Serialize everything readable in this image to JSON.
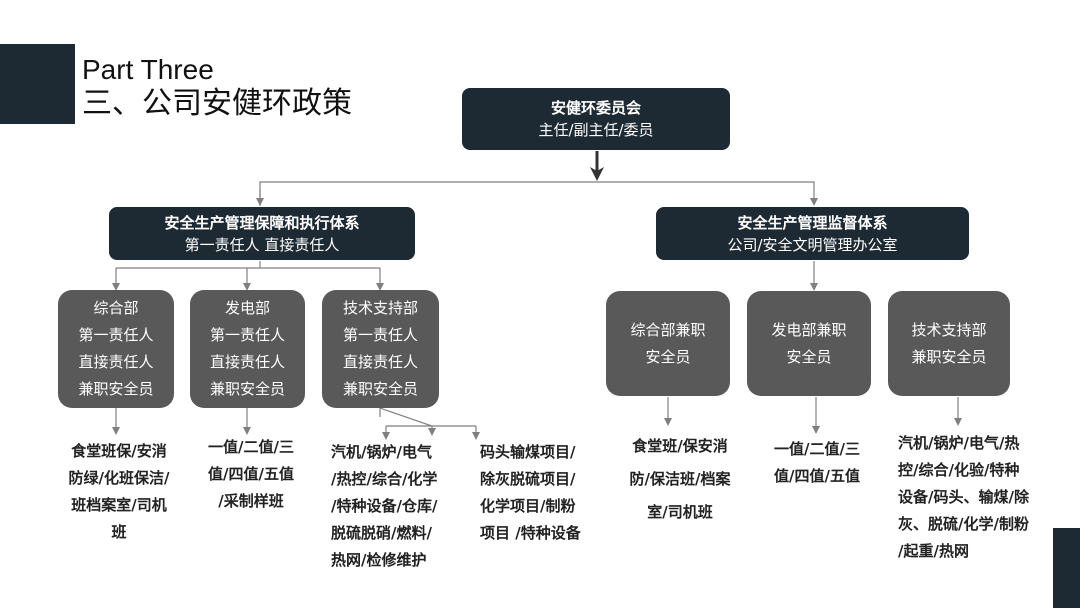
{
  "header": {
    "title_en": "Part Three",
    "title_cn": "三、公司安健环政策"
  },
  "root": {
    "title": "安健环委员会",
    "subtitle": "主任/副主任/委员"
  },
  "left_branch": {
    "title": "安全生产管理保障和执行体系",
    "subtitle": "第一责任人 直接责任人",
    "depts": [
      {
        "lines": [
          "综合部",
          "第一责任人",
          "直接责任人",
          "兼职安全员"
        ]
      },
      {
        "lines": [
          "发电部",
          "第一责任人",
          "直接责任人",
          "兼职安全员"
        ]
      },
      {
        "lines": [
          "技术支持部",
          "第一责任人",
          "直接责任人",
          "兼职安全员"
        ]
      }
    ],
    "duties": [
      {
        "lines": [
          "食堂班保/安消",
          "防绿/化班保洁/",
          "班档案室/司机",
          "班"
        ]
      },
      {
        "lines": [
          "一值/二值/三",
          "值/四值/五值",
          "/采制样班"
        ]
      },
      {
        "lines": [
          "汽机/锅炉/电气",
          "/热控/综合/化学",
          "/特种设备/仓库/",
          "脱硫脱硝/燃料/",
          "热网/检修维护"
        ]
      },
      {
        "lines": [
          "码头输煤项目/",
          "除灰脱硫项目/",
          "化学项目/制粉",
          "项目 /特种设备"
        ]
      }
    ]
  },
  "right_branch": {
    "title": "安全生产管理监督体系",
    "subtitle": "公司/安全文明管理办公室",
    "depts": [
      {
        "lines": [
          "综合部兼职",
          "安全员"
        ]
      },
      {
        "lines": [
          "发电部兼职",
          "安全员"
        ]
      },
      {
        "lines": [
          "技术支持部",
          "兼职安全员"
        ]
      }
    ],
    "duties": [
      {
        "lines": [
          "食堂班/保安消",
          "防/保洁班/档案",
          "室/司机班"
        ]
      },
      {
        "lines": [
          "一值/二值/三",
          "值/四值/五值"
        ]
      },
      {
        "lines": [
          "汽机/锅炉/电气/热",
          "控/综合/化验/特种",
          "设备/码头、输煤/除",
          "灰、脱硫/化学/制粉",
          "/起重/热网"
        ]
      }
    ]
  },
  "colors": {
    "dark_node": "#1e2a33",
    "gray_node": "#595959",
    "connector": "#7f7f7f"
  }
}
